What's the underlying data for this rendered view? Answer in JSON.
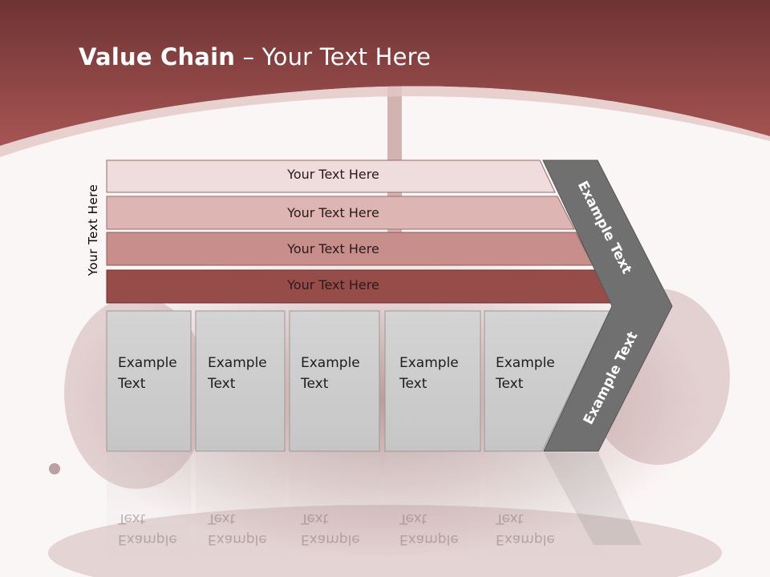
{
  "title": {
    "bold": "Value Chain",
    "rest": " – Your Text Here"
  },
  "side_label": "Your Text Here",
  "bands": [
    "Your Text Here",
    "Your Text Here",
    "Your Text Here",
    "Your Text Here"
  ],
  "boxes": [
    {
      "line1": "Example",
      "line2": "Text"
    },
    {
      "line1": "Example",
      "line2": "Text"
    },
    {
      "line1": "Example",
      "line2": "Text"
    },
    {
      "line1": "Example",
      "line2": "Text"
    },
    {
      "line1": "Example",
      "line2": "Text"
    }
  ],
  "chevron": {
    "upper": "Example Text",
    "lower": "Example Text"
  },
  "colors": {
    "header": "#8e4a49",
    "band1": "#efdcdc",
    "band2": "#ddb5b3",
    "band3": "#c78e8b",
    "band4": "#964c49",
    "box": "#cfcfcf",
    "chevron": "#707070"
  }
}
